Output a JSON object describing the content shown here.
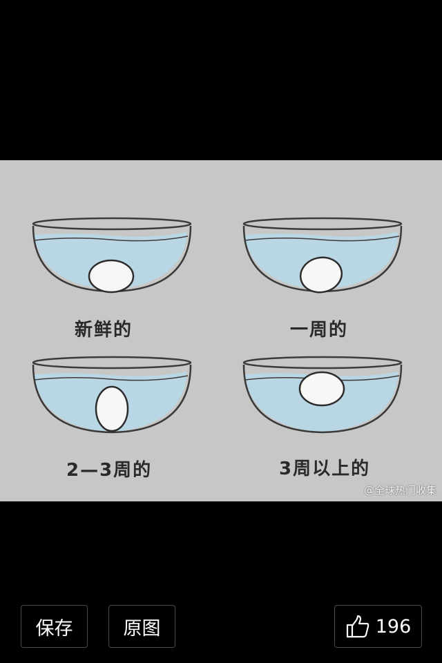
{
  "image": {
    "captions": {
      "fresh": "新鲜的",
      "one_week": "一周的",
      "two_three_weeks": "2—3周的",
      "three_plus_weeks": "3周以上的"
    },
    "watermark": "@全球热门收集"
  },
  "toolbar": {
    "save_label": "保存",
    "original_label": "原图",
    "like_count": "196",
    "like_icon": "thumbs-up-icon"
  },
  "colors": {
    "screen_background": "#000000",
    "photo_background": "#c7c7c5",
    "water": "#b9d6e4",
    "egg": "#f7f7f5"
  }
}
